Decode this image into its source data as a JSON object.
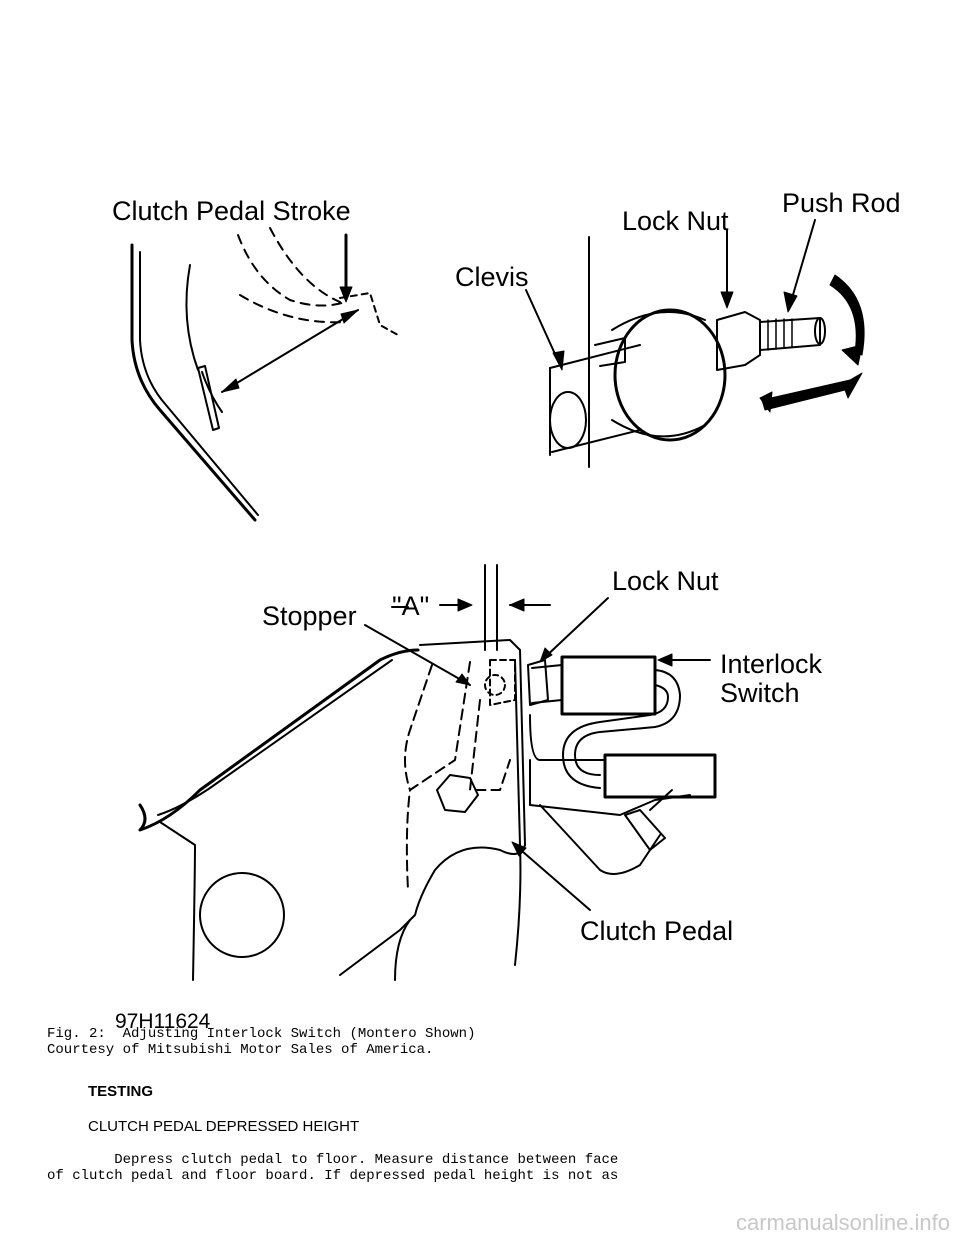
{
  "figure": {
    "top_labels": {
      "clutch_pedal_stroke": "Clutch Pedal Stroke",
      "clevis": "Clevis",
      "lock_nut": "Lock Nut",
      "push_rod": "Push Rod"
    },
    "bottom_labels": {
      "stopper": "Stopper",
      "dim_a": "\"A\"",
      "lock_nut": "Lock Nut",
      "interlock_switch_line1": "Interlock",
      "interlock_switch_line2": "Switch",
      "clutch_pedal": "Clutch Pedal"
    },
    "figure_code": "97H11624"
  },
  "caption": {
    "line1": "Fig. 2:  Adjusting Interlock Switch (Montero Shown)",
    "line2": "Courtesy of Mitsubishi Motor Sales of America."
  },
  "section": {
    "heading": "TESTING",
    "subheading": "CLUTCH PEDAL DEPRESSED HEIGHT",
    "body_line1": "        Depress clutch pedal to floor. Measure distance between face",
    "body_line2": "of clutch pedal and floor board. If depressed pedal height is not as"
  },
  "watermark": "carmanualsonline.info"
}
